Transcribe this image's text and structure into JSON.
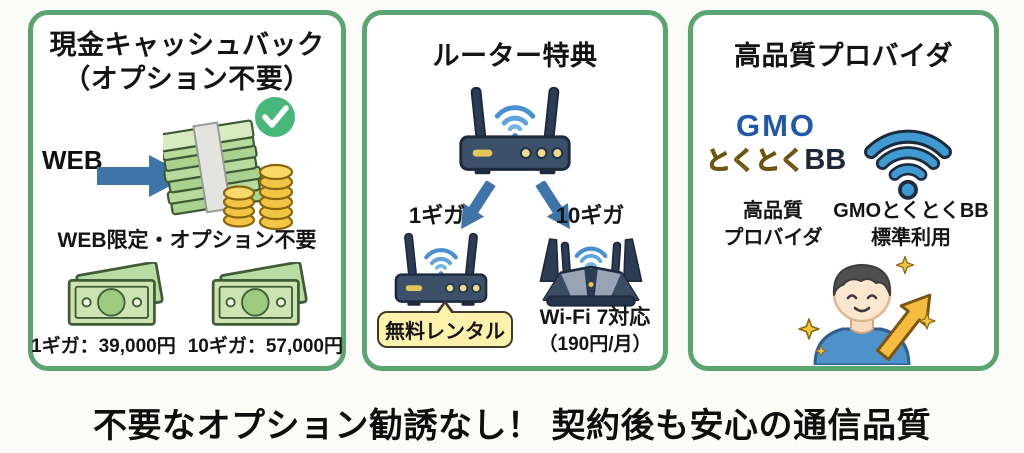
{
  "page": {
    "headline": "不要なオプション勧誘なし！ 契約後も安心の通信品質"
  },
  "cashback": {
    "title_line1": "現金キャッシュバック",
    "title_line2": "（オプション不要）",
    "web_label": "WEB",
    "subtitle": "WEB限定・オプション不要",
    "price_1g": "1ギガ：39,000円",
    "price_10g": "10ギガ：57,000円"
  },
  "router": {
    "title": "ルーター特典",
    "plan_1g": "1ギガ",
    "plan_10g": "10ギガ",
    "badge_free_rental": "無料レンタル",
    "wifi7_support": "Wi-Fi 7対応",
    "wifi7_price": "（190円/月）"
  },
  "provider": {
    "title": "高品質プロバイダ",
    "logo": {
      "gmo": "GMO",
      "tokutoku": "とくとく",
      "bb": "BB"
    },
    "caption_quality_line1": "高品質",
    "caption_quality_line2": "プロバイダ",
    "caption_gmo_line1": "GMOとくとくBB",
    "caption_gmo_line2": "標準利用"
  },
  "colors": {
    "panel_border_green": "#5ba572",
    "arrow_blue": "#3e74a8",
    "wifi_blue": "#3f9ad1",
    "check_green": "#47b87a",
    "coin_gold": "#f2c544",
    "bill_green": "#cbe4b2",
    "bubble_yellow": "#fdf1ac",
    "gmo_blue": "#2257ab",
    "tokutoku_yellow": "#e9b722",
    "gold_arrow": "#f6bc3f"
  }
}
